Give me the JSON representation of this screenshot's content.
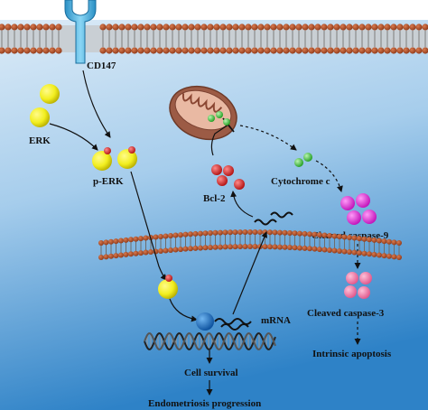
{
  "labels": {
    "cd147": "CD147",
    "erk": "ERK",
    "p_erk": "p-ERK",
    "bcl2": "Bcl-2",
    "cytochrome_c": "Cytochrome c",
    "cleaved_caspase9": "Cleaved caspase-9",
    "cleaved_caspase3": "Cleaved caspase-3",
    "intrinsic_apoptosis": "Intrinsic apoptosis",
    "mrna": "mRNA",
    "cell_survival": "Cell survival",
    "endometriosis_progression": "Endometriosis progression"
  },
  "colors": {
    "background_top": "#dbeaf6",
    "background_bottom": "#2f83c8",
    "membrane_head": "#b5522b",
    "membrane_tail": "#8a8a8a",
    "receptor": "#4fb8e6",
    "erk": "#f2ee1f",
    "phospho": "#d61f1f",
    "bcl2": "#d61f1f",
    "cytochrome": "#3ac43a",
    "caspase9": "#e81ee0",
    "caspase3": "#f07aa8",
    "mrna_carrier": "#1273c9",
    "mitochondrion": "#b06a52"
  }
}
